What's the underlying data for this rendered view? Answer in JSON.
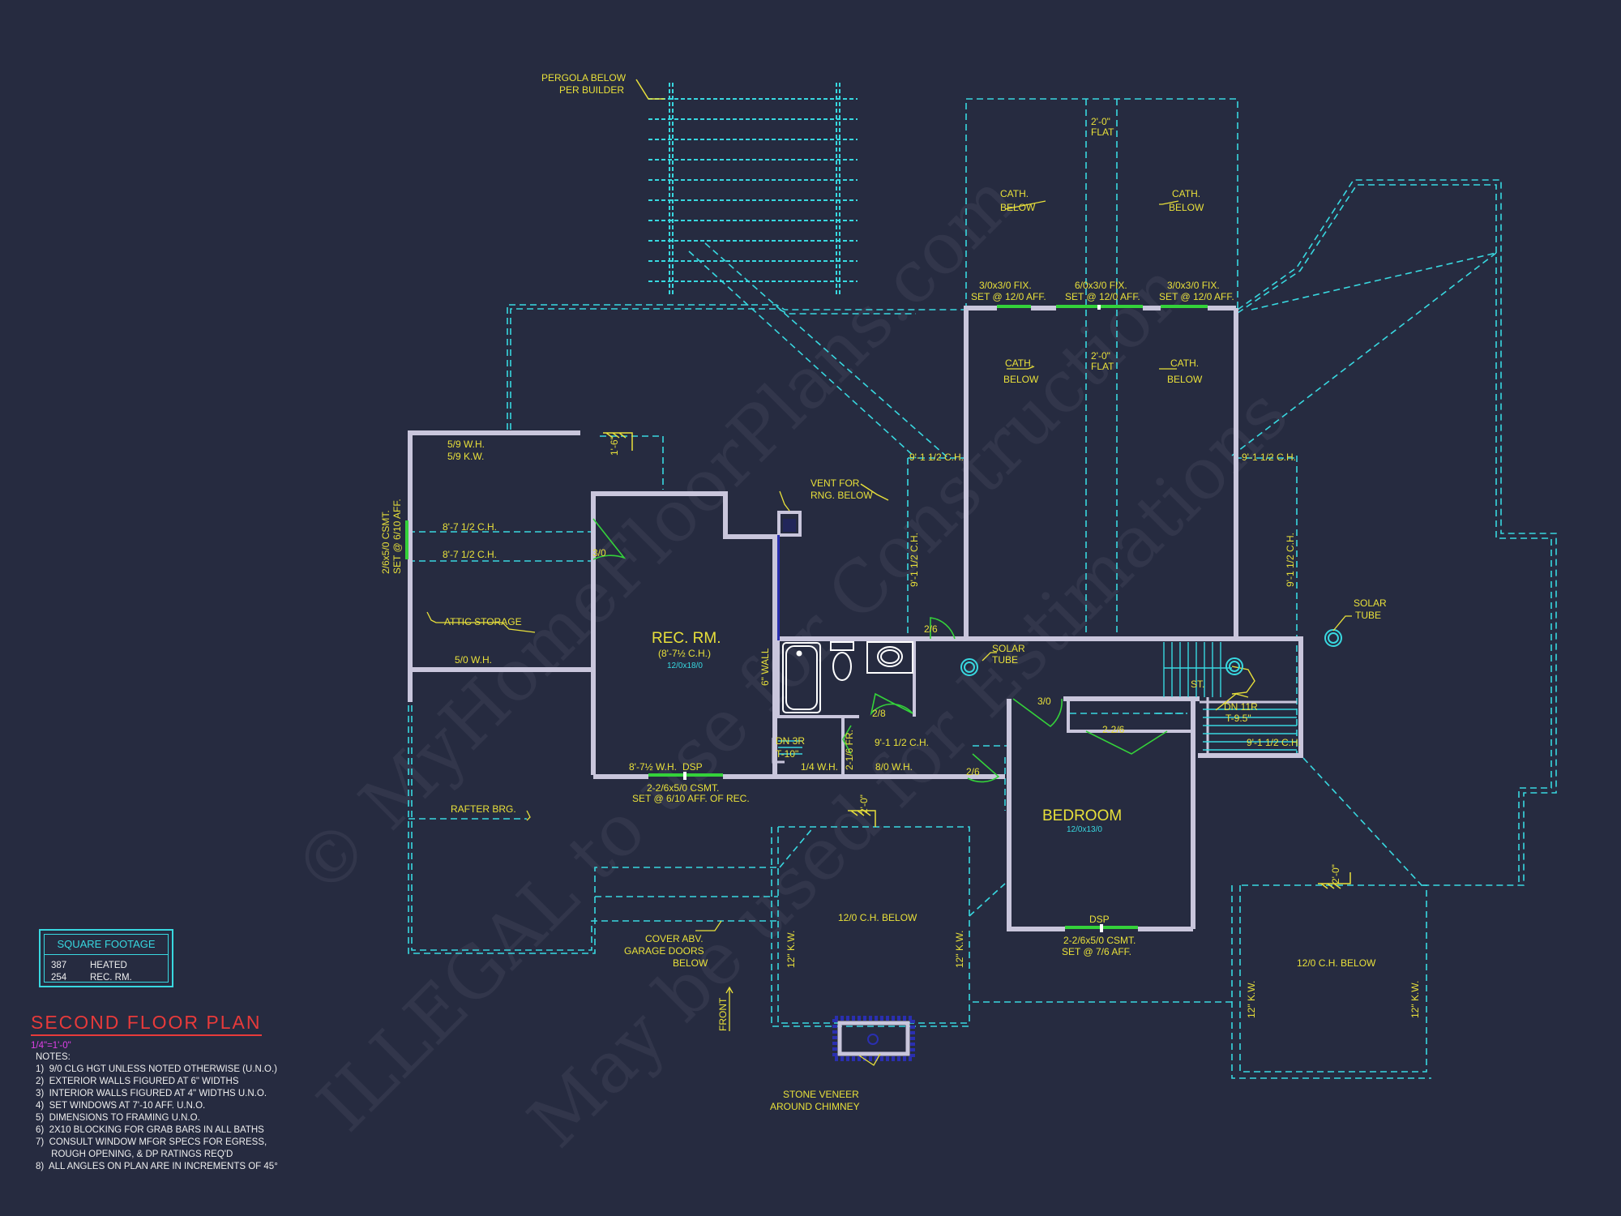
{
  "watermark": {
    "line1": "© MyHomeFloorPlans.com",
    "line2": "ILLEGAL to use for Construction",
    "line3": "May be used for Estimations"
  },
  "labels": {
    "pergola": [
      "PERGOLA BELOW",
      "PER BUILDER"
    ],
    "flat_top": [
      "2'-0\"",
      "FLAT"
    ],
    "flat_mid": [
      "2'-0\"",
      "FLAT"
    ],
    "cath_below": [
      "CATH.",
      "BELOW"
    ],
    "window_left": [
      "3/0x3/0 FIX.",
      "SET @ 12/0 AFF."
    ],
    "window_mid": [
      "6/0x3/0 FIX.",
      "SET @ 12/0 AFF."
    ],
    "window_right": [
      "3/0x3/0 FIX.",
      "SET @ 12/0 AFF."
    ],
    "ch_left": "9'-1 1/2 C.H.",
    "ch_right": "9'-1 1/2 C.H.",
    "ch_vert": "9'-1 1/2 C.H.",
    "wh_59": "5/9 W.H.",
    "kw_59": "5/9 K.W.",
    "dim_16": "1'-6\"",
    "csmt_left": [
      "2/6x5/0 CSMT.",
      "SET @ 6/10 AFF."
    ],
    "ch_871a": "8'-7 1/2 C.H.",
    "ch_871b": "8'-7 1/2 C.H.",
    "door_30": "3/0",
    "attic": "ATTIC STORAGE",
    "wh_50": "5/0 W.H.",
    "vent": [
      "VENT FOR",
      "RNG. BELOW"
    ],
    "wall6": "6\" WALL",
    "rec_room": "REC. RM.",
    "rec_ch": "(8'-7½ C.H.)",
    "rec_size": "12/0x18/0",
    "door_26a": "2/6",
    "door_28": "2/8",
    "solar1": [
      "SOLAR",
      "TUBE"
    ],
    "solar2": [
      "SOLAR",
      "TUBE"
    ],
    "st": "ST.",
    "dn_right": [
      "DN 11R",
      "T-9.5\""
    ],
    "dn_left": [
      "DN 3R",
      "T-10\""
    ],
    "door_216fr": "2-1/6 FR.",
    "wh_14": "1/4 W.H.",
    "ch_912": "9'-1 1/2 C.H.",
    "wh_80": "8/0 W.H.",
    "wh_871": "8'-7½ W.H.",
    "dsp1": "DSP",
    "csmt_rec": [
      "2-2/6x5/0 CSMT.",
      "SET @ 6/10 AFF. OF REC."
    ],
    "door_26b": "2/6",
    "door_30b": "3/0",
    "door_226": "2-2/6",
    "ch_912r": "9'-1 1/2 C.H.",
    "bedroom": "BEDROOM",
    "bed_size": "12/0x13/0",
    "dsp2": "DSP",
    "csmt_bed": [
      "2-2/6x5/0 CSMT.",
      "SET @ 7/6 AFF."
    ],
    "rafter": "RAFTER BRG.",
    "dim_20a": "2'-0\"",
    "dim_20b": "2'-0\"",
    "ch_below1": "12/0 C.H. BELOW",
    "ch_below2": "12/0 C.H. BELOW",
    "kw_12a": "12\" K.W.",
    "kw_12b": "12\" K.W.",
    "kw_12c": "12\" K.W.",
    "kw_12d": "12\" K.W.",
    "cover": [
      "COVER ABV.",
      "GARAGE DOORS",
      "BELOW"
    ],
    "front": "FRONT",
    "stone": [
      "STONE VENEER",
      "AROUND CHIMNEY"
    ]
  },
  "square_footage": {
    "header": "SQUARE FOOTAGE",
    "rows": [
      {
        "value": "387",
        "name": "HEATED"
      },
      {
        "value": "254",
        "name": "REC. RM."
      }
    ]
  },
  "title": {
    "text": "SECOND FLOOR PLAN",
    "scale": "1/4\"=1'-0\""
  },
  "notes": {
    "header": "NOTES:",
    "items": [
      "1)  9/0 CLG HGT UNLESS NOTED OTHERWISE (U.N.O.)",
      "2)  EXTERIOR WALLS FIGURED AT 6\" WIDTHS",
      "3)  INTERIOR WALLS FIGURED AT 4\" WIDTHS U.N.O.",
      "4)  SET WINDOWS AT 7'-10 AFF. U.N.O.",
      "5)  DIMENSIONS TO FRAMING U.N.O.",
      "6)  2X10 BLOCKING FOR GRAB BARS IN ALL BATHS",
      "7)  CONSULT WINDOW MFGR SPECS FOR EGRESS,",
      "      ROUGH OPENING, & DP RATINGS REQ'D",
      "8)  ALL ANGLES ON PLAN ARE IN INCREMENTS OF 45°"
    ]
  },
  "colors": {
    "background": "#262b40",
    "wall": "#c9c6dc",
    "dashed": "#38d8e0",
    "label": "#e8e03a",
    "window": "#34d23a",
    "title": "#e83a3a"
  }
}
